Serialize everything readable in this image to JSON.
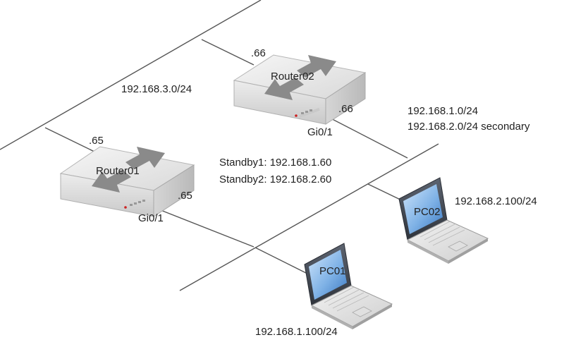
{
  "networks": {
    "top": {
      "label": "192.168.3.0/24"
    },
    "bottom": {
      "primary": "192.168.1.0/24",
      "secondary": "192.168.2.0/24 secondary"
    }
  },
  "routers": [
    {
      "name": "Router01",
      "top_ip": ".65",
      "bottom_ip": ".65",
      "interface": "Gi0/1"
    },
    {
      "name": "Router02",
      "top_ip": ".66",
      "bottom_ip": ".66",
      "interface": "Gi0/1"
    }
  ],
  "standby": [
    "Standby1: 192.168.1.60",
    "Standby2: 192.168.2.60"
  ],
  "pcs": [
    {
      "name": "PC01",
      "ip": "192.168.1.100/24"
    },
    {
      "name": "PC02",
      "ip": "192.168.2.100/24"
    }
  ],
  "colors": {
    "link": "#555555",
    "device_body": "#e9e9e9",
    "arrow": "#8a8a8a",
    "screen": "#3a78c2"
  }
}
